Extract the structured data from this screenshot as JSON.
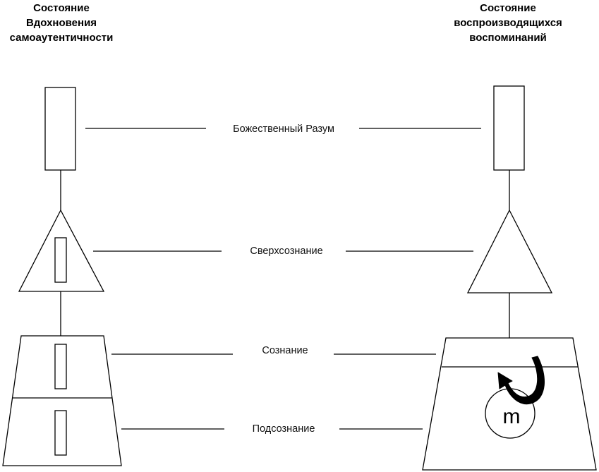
{
  "left_column": {
    "title_lines": [
      "Состояние",
      "Вдохновения",
      "самоаутентичности"
    ]
  },
  "right_column": {
    "title_lines": [
      "Состояние",
      "воспроизводящихся",
      "воспоминаний"
    ]
  },
  "levels": [
    {
      "id": "divine-mind",
      "label": "Божественный Разум"
    },
    {
      "id": "superconsciousness",
      "label": "Сверхсознание"
    },
    {
      "id": "consciousness",
      "label": "Сознание"
    },
    {
      "id": "subconsciousness",
      "label": "Подсознание"
    }
  ],
  "memory_node": {
    "label": "m",
    "icon": "curved-arrow-icon"
  }
}
